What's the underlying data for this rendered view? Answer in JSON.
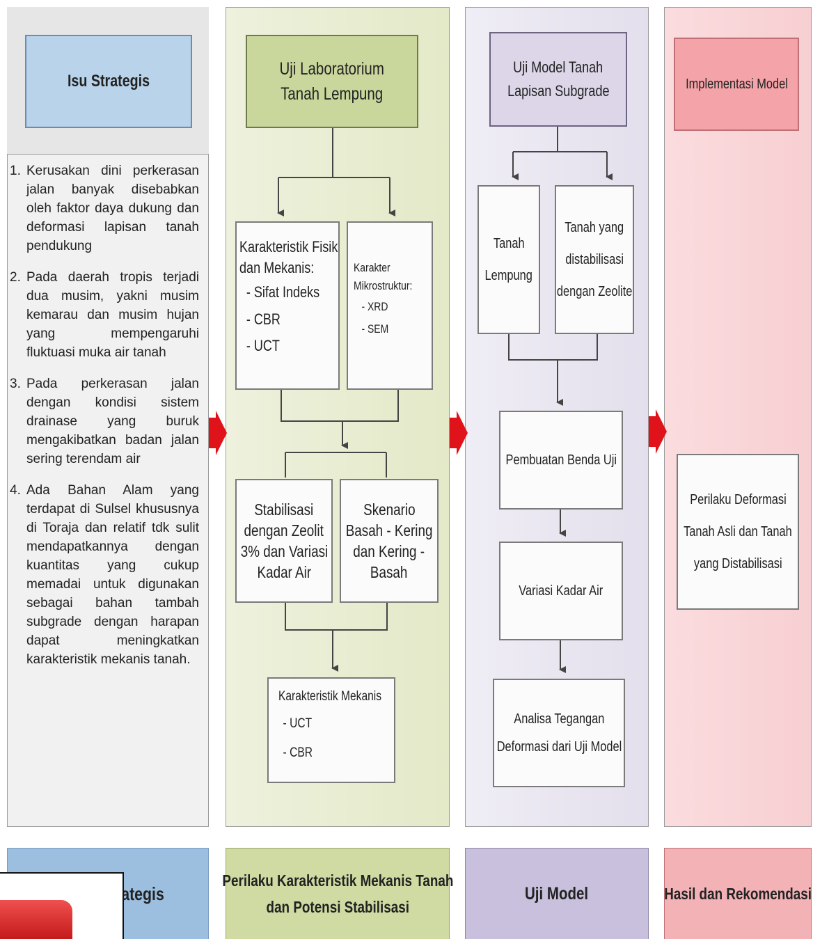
{
  "columns": {
    "strategic": {
      "header": "Isu Strategis",
      "items": [
        {
          "num": "1.",
          "text": "Kerusakan dini perkerasan jalan banyak disebabkan oleh faktor daya dukung dan deformasi lapisan tanah pendukung"
        },
        {
          "num": "2.",
          "text": "Pada daerah tropis terjadi dua musim, yakni musim kemarau dan musim hujan yang mempengaruhi fluktuasi muka air tanah"
        },
        {
          "num": "3.",
          "text": "Pada perkerasan jalan dengan kondisi sistem drainase yang buruk mengakibatkan badan jalan sering terendam air"
        },
        {
          "num": "4.",
          "text": "Ada Bahan Alam yang terdapat di Sulsel khususnya di Toraja dan relatif tdk sulit mendapatkannya dengan kuantitas yang cukup memadai untuk digunakan sebagai bahan tambah subgrade dengan harapan dapat meningkatkan karakteristik mekanis tanah."
        }
      ],
      "footer": "Kajian Strategis"
    },
    "lab": {
      "header_line1": "Uji Laboratorium",
      "header_line2": "Tanah Lempung",
      "fisik": {
        "title_line1": "Karakteristik Fisik",
        "title_line2": "dan Mekanis:",
        "items": [
          "- Sifat Indeks",
          "- CBR",
          "- UCT"
        ]
      },
      "mikro": {
        "title_line1": "Karakter",
        "title_line2": "Mikrostruktur:",
        "items": [
          "- XRD",
          "- SEM"
        ]
      },
      "stabilisasi": {
        "lines": [
          "Stabilisasi",
          "dengan Zeolit",
          "3% dan Variasi",
          "Kadar Air"
        ]
      },
      "skenario": {
        "lines": [
          "Skenario",
          "Basah - Kering",
          "dan Kering -",
          "Basah"
        ]
      },
      "mekanis": {
        "title": "Karakteristik Mekanis",
        "items": [
          "- UCT",
          "- CBR"
        ]
      },
      "footer_line1": "Perilaku Karakteristik Mekanis Tanah",
      "footer_line2": "dan Potensi Stabilisasi"
    },
    "model": {
      "header_line1": "Uji Model Tanah",
      "header_line2": "Lapisan Subgrade",
      "lempung": {
        "lines": [
          "Tanah",
          "Lempung"
        ]
      },
      "zeolite": {
        "lines": [
          "Tanah yang",
          "distabilisasi",
          "dengan Zeolite"
        ]
      },
      "benda_uji": "Pembuatan Benda Uji",
      "kadar_air": "Variasi Kadar Air",
      "analisa_line1": "Analisa Tegangan",
      "analisa_line2": "Deformasi dari Uji Model",
      "footer": "Uji Model"
    },
    "impl": {
      "header": "Implementasi Model",
      "result_lines": [
        "Perilaku Deformasi",
        "Tanah Asli dan Tanah",
        "yang Distabilisasi"
      ],
      "footer": "Hasil dan Rekomendasi"
    }
  },
  "colors": {
    "blue_header": "#b9d3ea",
    "blue_footer": "#9cbfe0",
    "green_bg": "#e6ead0",
    "green_header": "#c9d79d",
    "green_footer": "#cfdba2",
    "purple_bg": "#e7e4ef",
    "purple_header": "#dcd6e8",
    "purple_footer": "#c8c0dc",
    "pink_bg": "#f9d4d6",
    "pink_header": "#f4a3a8",
    "pink_footer": "#f3b2b6",
    "arrow_red": "#e0131b"
  }
}
